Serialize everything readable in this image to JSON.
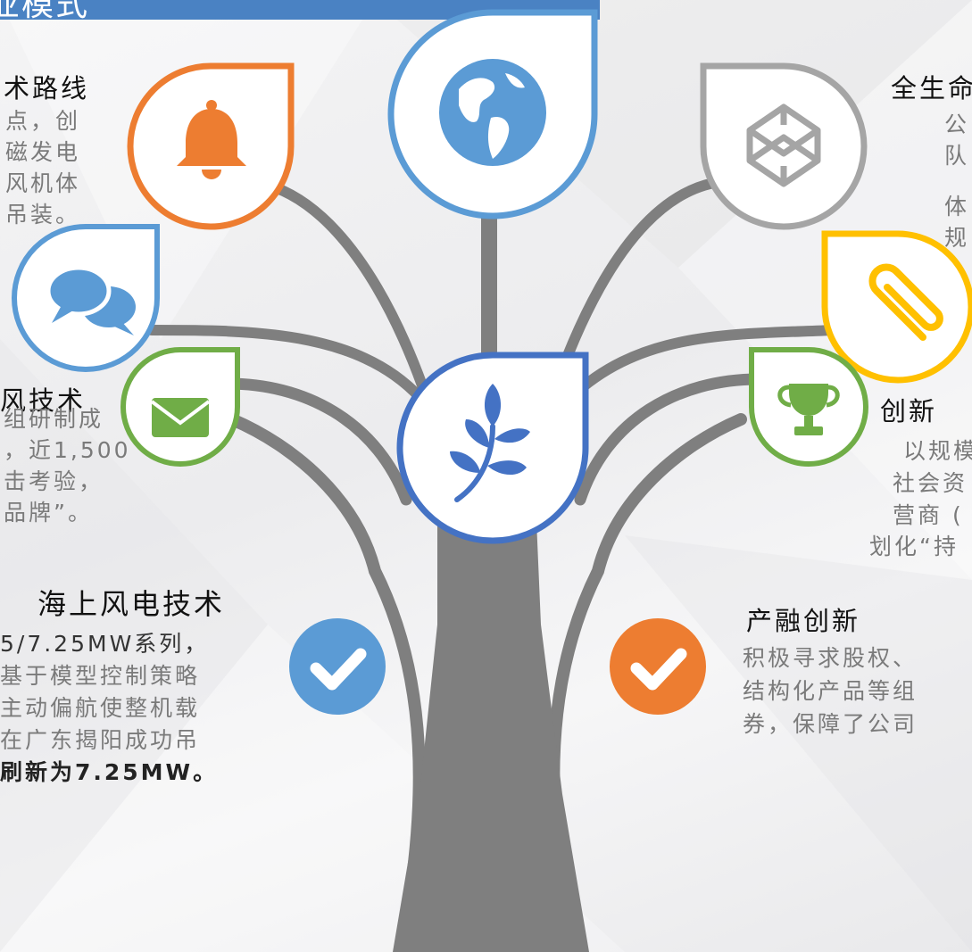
{
  "banner": {
    "title": "业模式"
  },
  "left_top": {
    "heading": "术路线",
    "lines": [
      "点，创",
      "磁发电",
      "风机体",
      "吊装。"
    ]
  },
  "left_mid": {
    "heading": "风技术",
    "lines": [
      "组研制成",
      "，近1,500",
      "击考验，",
      "品牌”。"
    ]
  },
  "offshore": {
    "heading": "海上风电技术",
    "line1": "5/7.25MW系列，",
    "line2": "基于模型控制策略",
    "line3": "主动偏航使整机载",
    "line4": "在广东揭阳成功吊",
    "line5": "刷新为7.25MW。"
  },
  "lifecycle": {
    "heading": "全生命",
    "lines": [
      "公",
      "队",
      "体",
      "规"
    ]
  },
  "innovation": {
    "heading": "创新",
    "lines": [
      "以规模",
      "社会资",
      "营商 (",
      "划化“持"
    ]
  },
  "finance": {
    "heading": "产融创新",
    "lines": [
      "积极寻求股权、",
      "结构化产品等组",
      "券，保障了公司"
    ]
  },
  "icons": {
    "globe": "globe-icon",
    "bell": "bell-icon",
    "codepen": "codepen-icon",
    "chat": "chat-icon",
    "paperclip": "paperclip-icon",
    "envelope": "envelope-icon",
    "trophy": "trophy-icon",
    "leaf": "leaf-sprout-icon",
    "check_left": "check-circle-icon",
    "check_right": "check-circle-icon"
  },
  "colors": {
    "blue": "#5b9bd5",
    "dark_blue": "#4472c4",
    "orange": "#ed7d31",
    "gray": "#a5a5a5",
    "yellow": "#ffc000",
    "green": "#70ad47",
    "trunk": "#7f7f7f",
    "banner": "#4a82c3"
  }
}
